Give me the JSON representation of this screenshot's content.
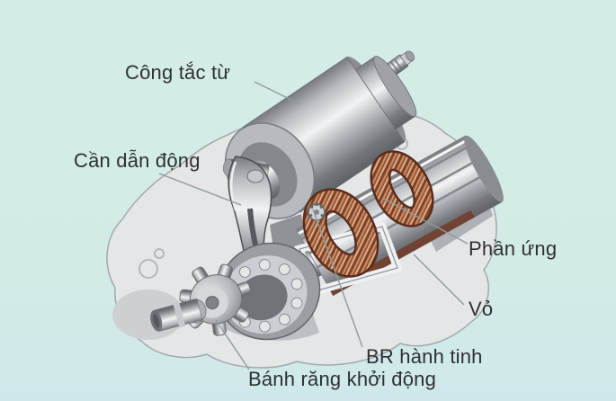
{
  "figure": {
    "type": "technical-diagram",
    "subject": "starter-motor-cutaway",
    "background_color": "#d2ebe7",
    "label_text_color": "#2e3032",
    "leader_line_color": "#8f9b9b",
    "part_colors": {
      "copper_winding_light": "#c98d68",
      "copper_winding_dark": "#7e4226",
      "metal_light": "#f2f3f5",
      "metal_dark": "#5f6266",
      "housing_fill": "#e4e6e8"
    },
    "labels": [
      {
        "id": "cong-tac-tu",
        "text": "Công tắc từ",
        "target_part": "solenoid-switch"
      },
      {
        "id": "can-dan-dong",
        "text": "Cần dẫn động",
        "target_part": "drive-lever"
      },
      {
        "id": "phan-ung",
        "text": "Phần ứng",
        "target_part": "armature"
      },
      {
        "id": "vo",
        "text": "Vỏ",
        "target_part": "housing"
      },
      {
        "id": "br-hanh-tinh",
        "text": "BR hành tinh",
        "target_part": "planetary-gear"
      },
      {
        "id": "banh-rang-khoi-dong",
        "text": "Bánh răng khởi động",
        "target_part": "starter-pinion-gear"
      }
    ]
  }
}
